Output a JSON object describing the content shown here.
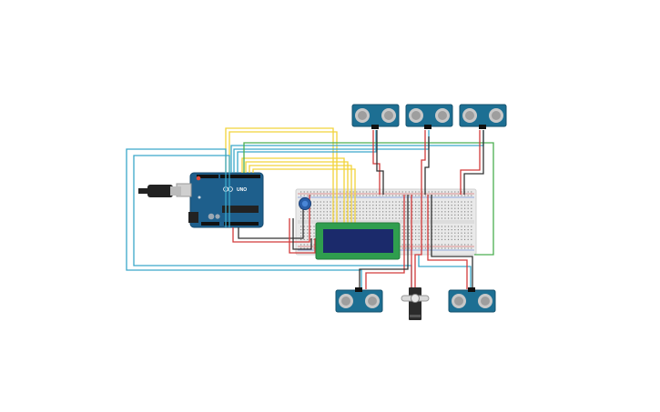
{
  "arduino": {
    "brand_text": "UNO",
    "icon": "arduino-infinity-logo"
  },
  "lcd": {
    "display_text": ""
  },
  "sensors": [
    {
      "id": "top-1"
    },
    {
      "id": "top-2"
    },
    {
      "id": "top-3"
    },
    {
      "id": "bottom-1"
    },
    {
      "id": "bottom-2"
    }
  ],
  "servo": {
    "id": "servo"
  },
  "potentiometer": {
    "id": "pot"
  },
  "colors": {
    "board": "#1e5f8c",
    "sensor": "#1d6f93",
    "breadboard": "#e9e9e9",
    "lcd_frame": "#2f9e4e",
    "lcd_screen": "#1b2a6b",
    "wire_yellow": "#f2d33a",
    "wire_blue": "#3aa7c9",
    "wire_red": "#d23a3a",
    "wire_green": "#4caf50",
    "wire_black": "#333333"
  }
}
